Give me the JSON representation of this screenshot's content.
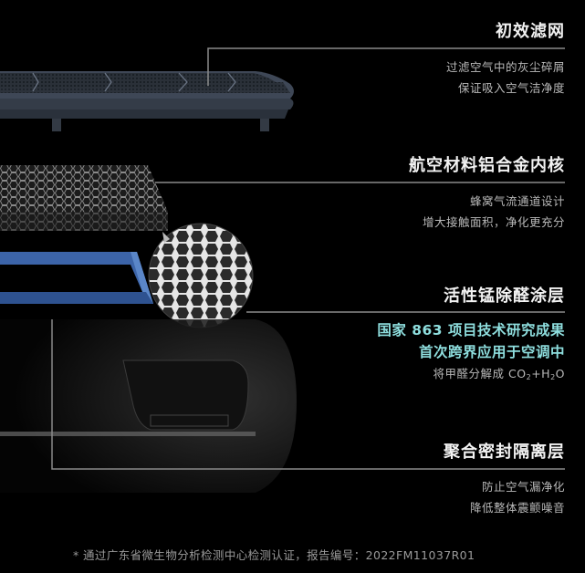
{
  "layers": [
    {
      "title": "初效滤网",
      "desc": [
        "过滤空气中的灰尘碎屑",
        "保证吸入空气洁净度"
      ]
    },
    {
      "title": "航空材料铝合金内核",
      "desc": [
        "蜂窝气流通道设计",
        "增大接触面积，净化更充分"
      ]
    },
    {
      "title": "活性锰除醛涂层",
      "highlight": [
        "国家 863 项目技术研究成果",
        "首次跨界应用于空调中"
      ],
      "desc_prefix": "将甲醛分解成 CO",
      "desc_sub1": "2",
      "desc_mid": "+H",
      "desc_sub2": "2",
      "desc_suffix": "O"
    },
    {
      "title": "聚合密封隔离层",
      "desc": [
        "防止空气漏净化",
        "降低整体震颤噪音"
      ]
    }
  ],
  "footnote": "* 通过广东省微生物分析检测中心检测认证，报告编号：2022FM11037R01",
  "colors": {
    "background": "#000000",
    "highlight": "#8edede",
    "frame_blue": "#3c64a8",
    "filter_gray": "#3a4350"
  }
}
